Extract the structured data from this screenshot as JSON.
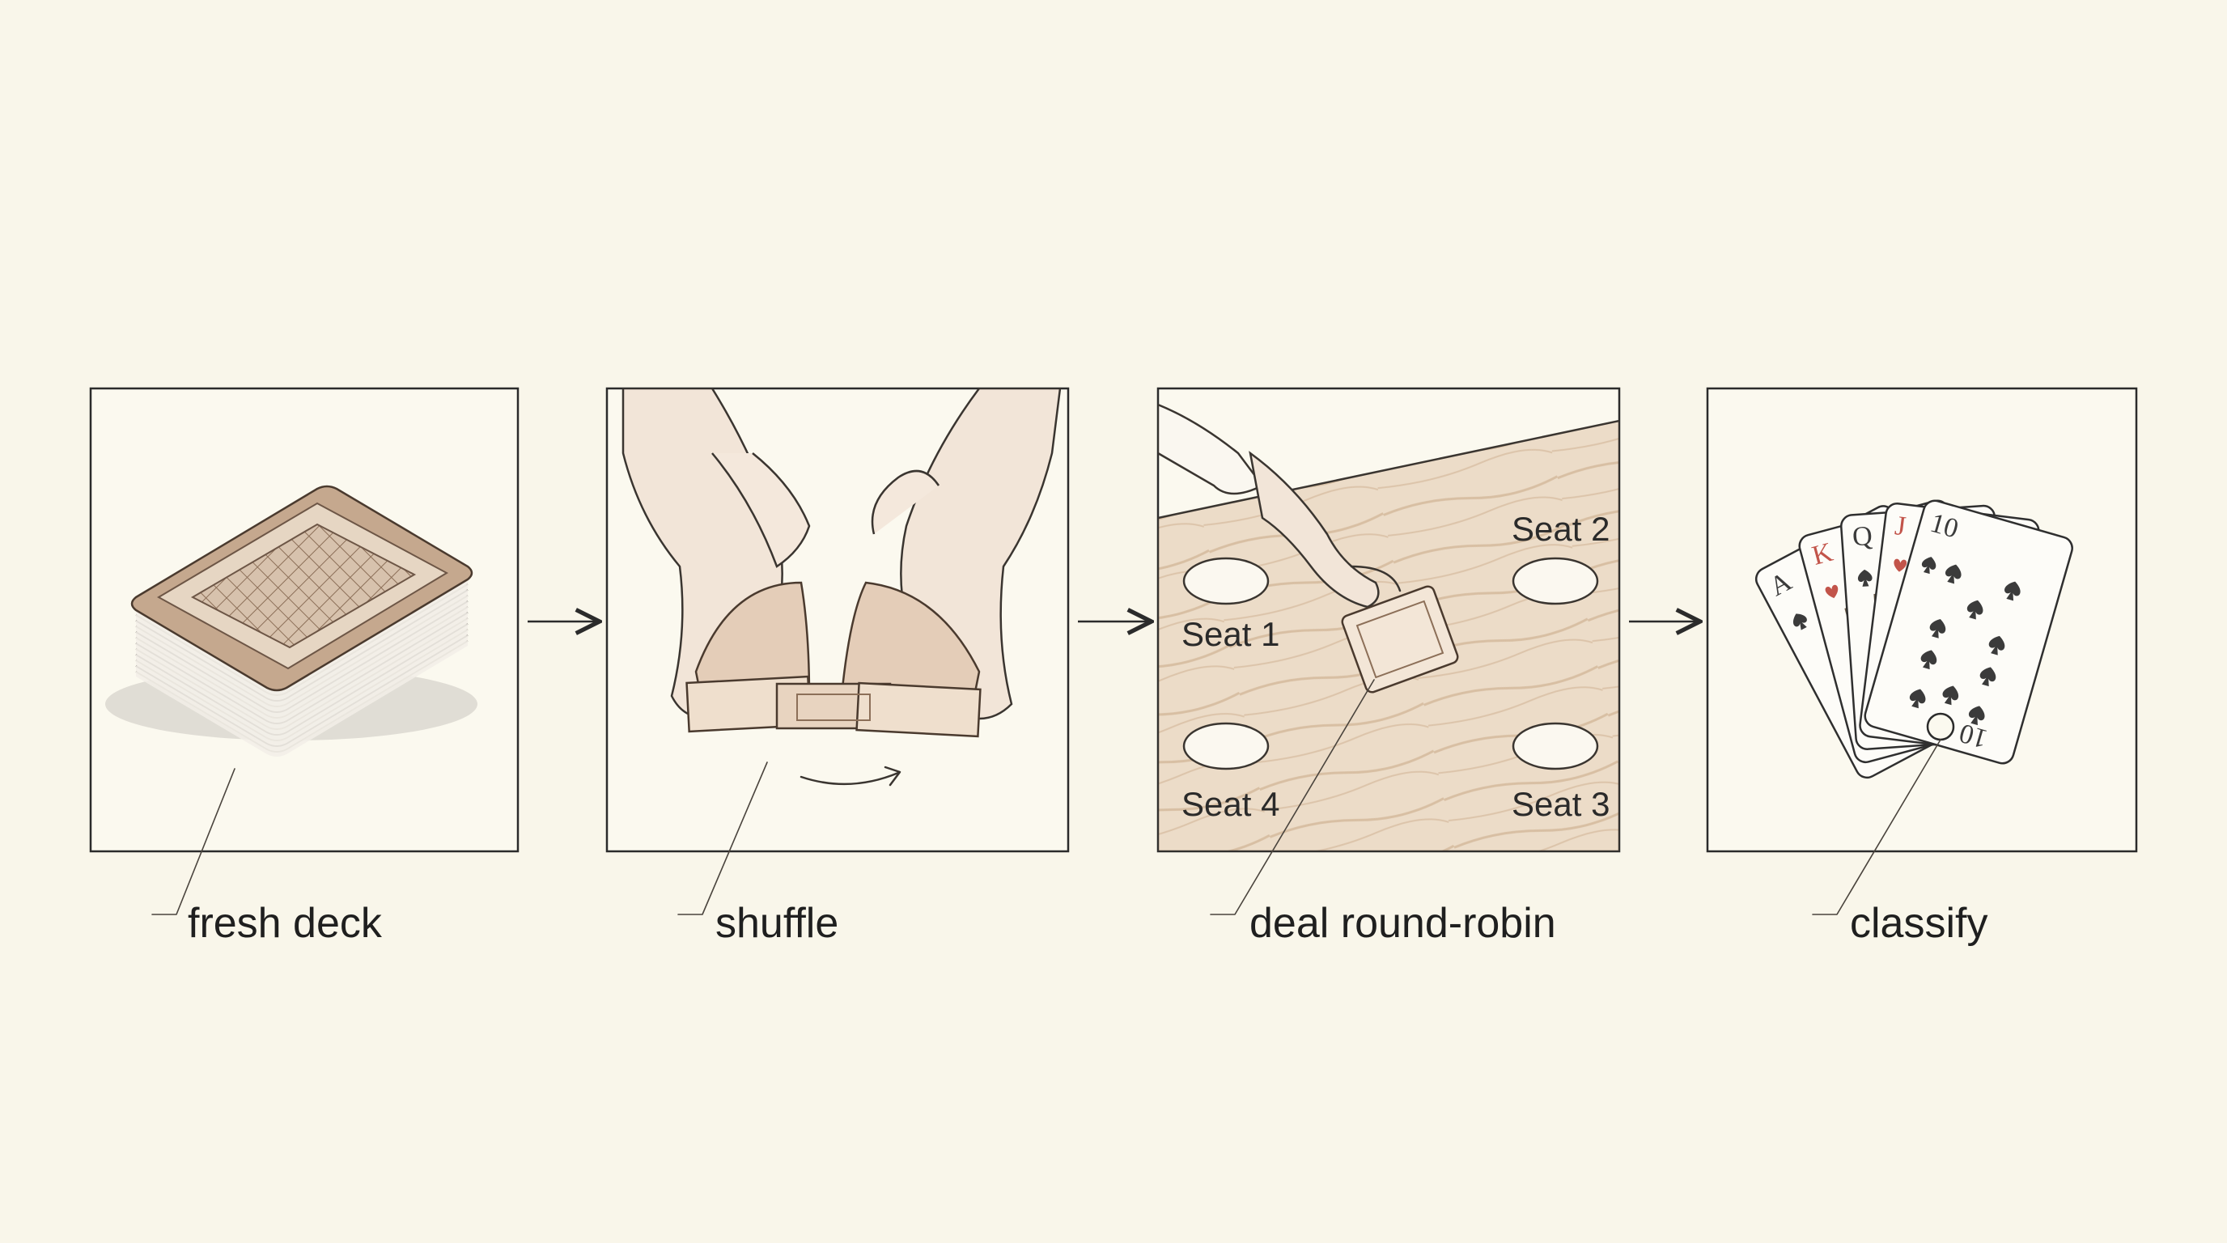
{
  "steps": [
    {
      "label": "fresh deck"
    },
    {
      "label": "shuffle"
    },
    {
      "label": "deal round-robin"
    },
    {
      "label": "classify"
    }
  ],
  "seats": [
    "Seat 1",
    "Seat 2",
    "Seat 3",
    "Seat 4"
  ],
  "hand": {
    "ranks": [
      "A",
      "K",
      "Q",
      "J",
      "10"
    ],
    "suits": [
      "spade-icon",
      "heart-icon",
      "spade-icon",
      "heart-icon",
      "spade-icon"
    ]
  },
  "colors": {
    "background": "#f9f6ea",
    "frame": "#2b2b2b",
    "card_back": "#c9ad94",
    "table_wood": "#ead7c1",
    "heart_red": "#c2544a",
    "spade_dark": "#3b3b3b"
  }
}
